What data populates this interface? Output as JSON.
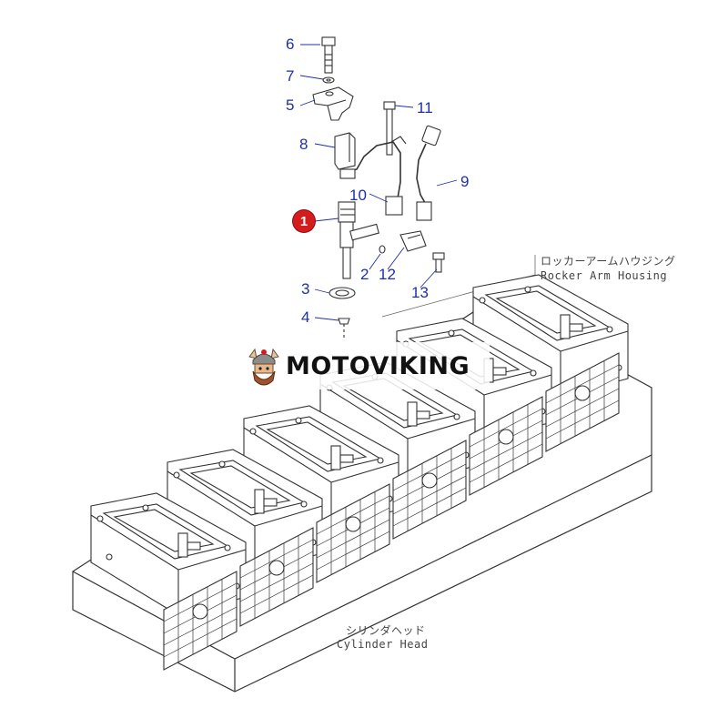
{
  "callouts": {
    "c1": "1",
    "c2": "2",
    "c3": "3",
    "c4": "4",
    "c5": "5",
    "c6": "6",
    "c7": "7",
    "c8": "8",
    "c9": "9",
    "c10": "10",
    "c11": "11",
    "c12": "12",
    "c13": "13"
  },
  "labels": {
    "rocker_jp": "ロッカーアームハウジング",
    "rocker_en": "Rocker Arm Housing",
    "head_jp": "シリンダヘッド",
    "head_en": "Cylinder Head"
  },
  "watermark": {
    "text": "MOTOVIKING",
    "logo_icon": "viking-mascot-logo"
  },
  "colors": {
    "callout": "#1f2fa8",
    "highlight": "#d41c1c",
    "line": "#333333"
  }
}
